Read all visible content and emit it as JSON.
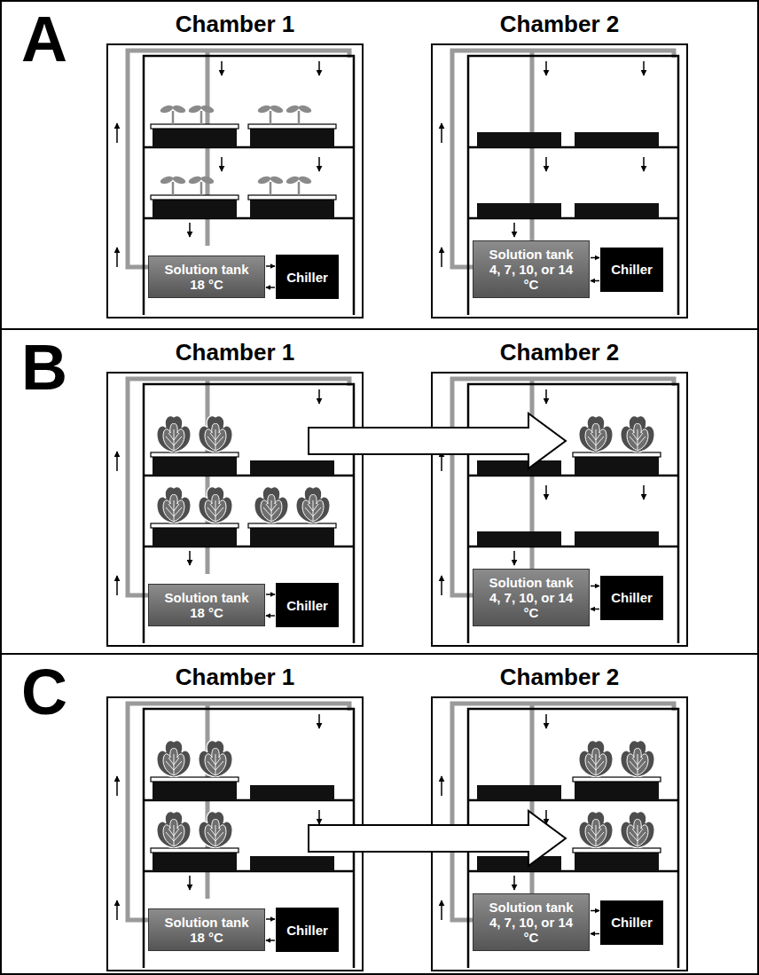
{
  "diagram": {
    "nodes": [
      {
        "text": [
          "A"
        ]
      },
      {
        "text": [
          "Chamber 1"
        ],
        "in": 0
      },
      {
        "text": [
          "Solution tank 18 °C"
        ],
        "in": 1
      },
      {
        "text": [
          "Chiller"
        ],
        "in": 1
      },
      {
        "text": [
          "Chamber 2"
        ],
        "in": 0
      },
      {
        "text": [
          "Solution tank 4, 7, 10, or 14 °C"
        ],
        "in": 4
      },
      {
        "text": [
          "Chiller"
        ],
        "in": 4
      },
      {
        "text": [
          "B"
        ]
      },
      {
        "text": [
          "Chamber 1"
        ],
        "in": 7
      },
      {
        "text": [
          "Solution tank 18 °C"
        ],
        "in": 8
      },
      {
        "text": [
          "Chiller"
        ],
        "in": 8
      },
      {
        "text": [
          "Chamber 2"
        ],
        "in": 7
      },
      {
        "text": [
          "Solution tank 4, 7, 10, or 14 °C"
        ],
        "in": 11
      },
      {
        "text": [
          "Chiller"
        ],
        "in": 11
      },
      {
        "text": [
          "C"
        ]
      },
      {
        "text": [
          "Chamber 1"
        ],
        "in": 14
      },
      {
        "text": [
          "Solution tank 18 °C"
        ],
        "in": 15
      },
      {
        "text": [
          "Chiller"
        ],
        "in": 15
      },
      {
        "text": [
          "Chamber 2"
        ],
        "in": 14
      },
      {
        "text": [
          "Solution tank 4, 7, 10, or 14 °C"
        ],
        "in": 18
      },
      {
        "text": [
          "Chiller"
        ],
        "in": 18
      }
    ],
    "edges": [
      {
        "from": 2,
        "to": 3,
        "arrow": "to"
      },
      {
        "from": 3,
        "to": 2,
        "arrow": "to"
      },
      {
        "from": 5,
        "to": 6,
        "arrow": "to"
      },
      {
        "from": 6,
        "to": 5,
        "arrow": "to"
      },
      {
        "from": 8,
        "to": 11,
        "arrow": "to"
      },
      {
        "from": 9,
        "to": 10,
        "arrow": "to"
      },
      {
        "from": 10,
        "to": 9,
        "arrow": "to"
      },
      {
        "from": 12,
        "to": 13,
        "arrow": "to"
      },
      {
        "from": 13,
        "to": 12,
        "arrow": "to"
      },
      {
        "from": 15,
        "to": 18,
        "arrow": "to"
      },
      {
        "from": 16,
        "to": 17,
        "arrow": "to"
      },
      {
        "from": 17,
        "to": 16,
        "arrow": "to"
      },
      {
        "from": 19,
        "to": 20,
        "arrow": "to"
      },
      {
        "from": 20,
        "to": 19,
        "arrow": "to"
      }
    ]
  }
}
